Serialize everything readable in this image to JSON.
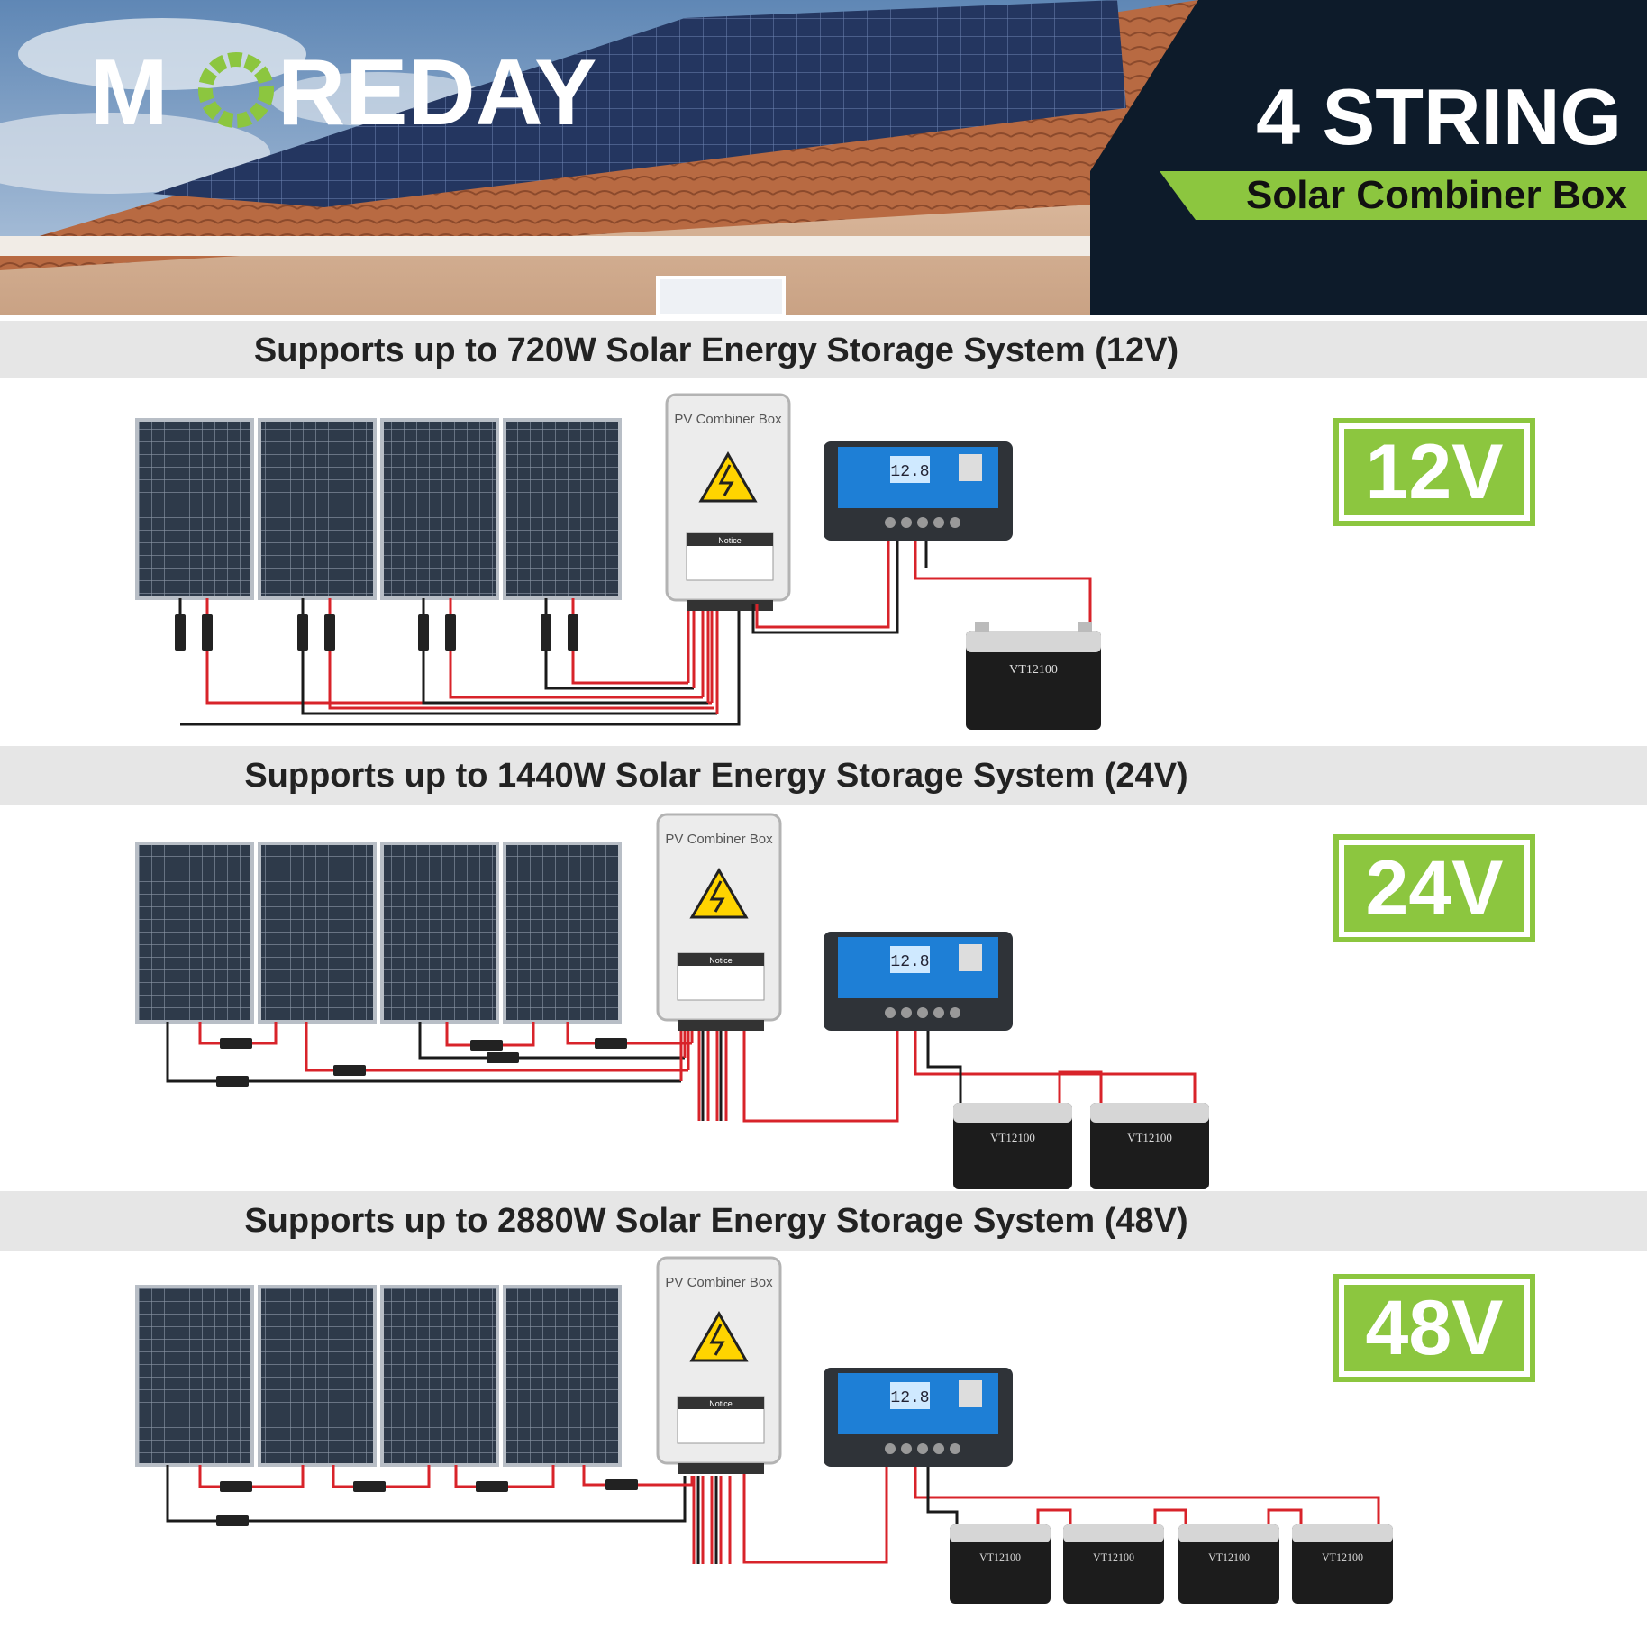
{
  "brand": {
    "logo_text": "MOREDAY"
  },
  "header": {
    "title": "4 STRING",
    "subtitle": "Solar Combiner Box"
  },
  "sections": [
    {
      "title": "Supports up to 720W Solar Energy Storage System (12V)",
      "voltage": "12V",
      "batteries": 1,
      "combiner_label": "PV Combiner Box",
      "notice_label": "Notice",
      "battery_label": "VT12100"
    },
    {
      "title": "Supports up to 1440W Solar Energy Storage System (24V)",
      "voltage": "24V",
      "batteries": 2,
      "combiner_label": "PV Combiner Box",
      "notice_label": "Notice",
      "battery_label": "VT12100"
    },
    {
      "title": "Supports up to 2880W Solar Energy Storage System (48V)",
      "voltage": "48V",
      "batteries": 4,
      "combiner_label": "PV Combiner Box",
      "notice_label": "Notice",
      "battery_label": "VT12100"
    }
  ],
  "controller": {
    "display": "12.8"
  },
  "colors": {
    "accent_green": "#8cc63f",
    "navy": "#0d1b2a",
    "wire_red": "#d8232a",
    "wire_black": "#1a1a1a",
    "controller_blue": "#1e7fd6"
  }
}
